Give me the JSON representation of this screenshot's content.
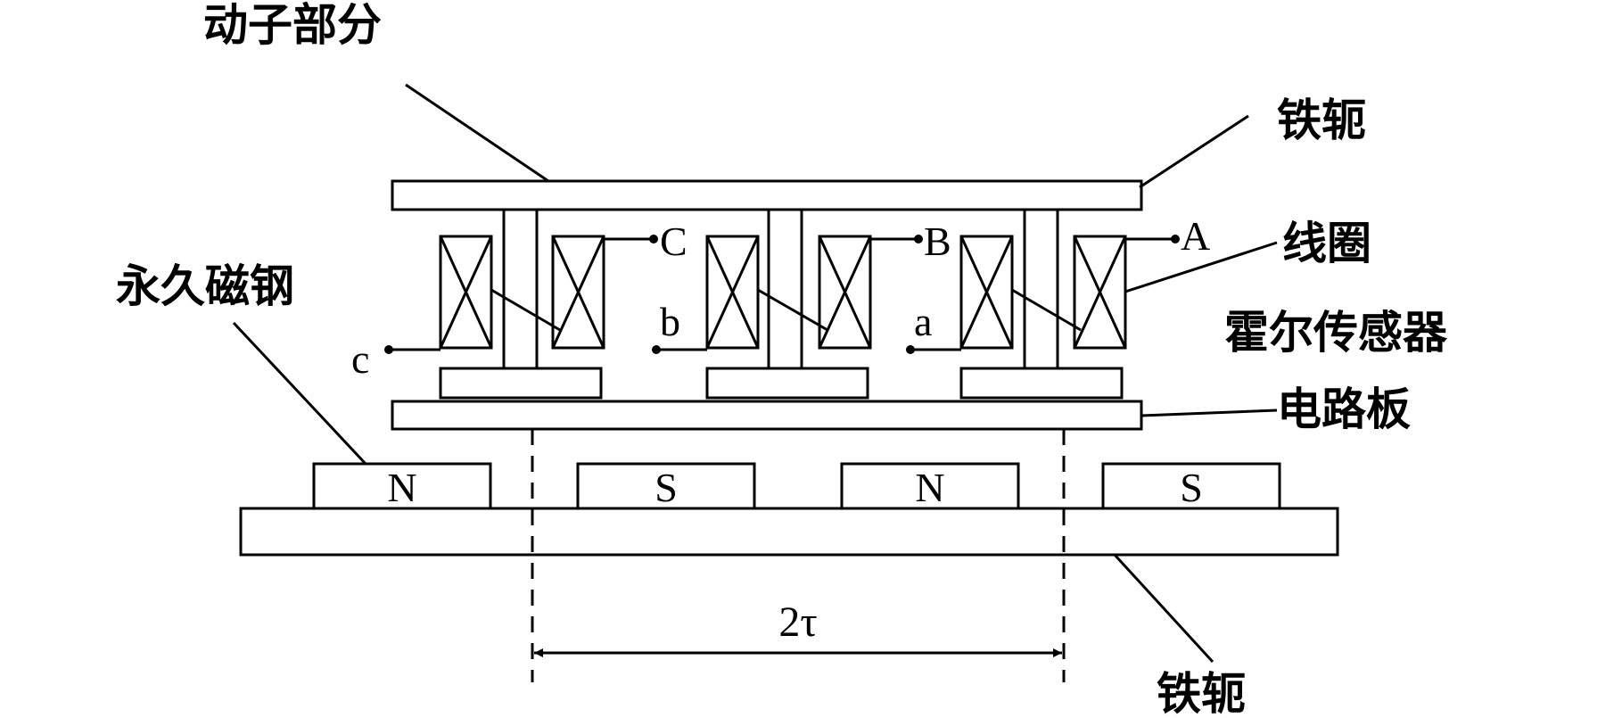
{
  "labels": {
    "mover": "动子部分",
    "yoke_top": "铁轭",
    "coil": "线圈",
    "pm": "永久磁钢",
    "hall": "霍尔传感器",
    "pcb": "电路板",
    "yoke_bottom": "铁轭"
  },
  "terminals": {
    "C": "C",
    "B": "B",
    "A": "A",
    "c": "c",
    "b": "b",
    "a": "a"
  },
  "magnets": [
    "N",
    "S",
    "N",
    "S"
  ],
  "dimension": "2τ"
}
